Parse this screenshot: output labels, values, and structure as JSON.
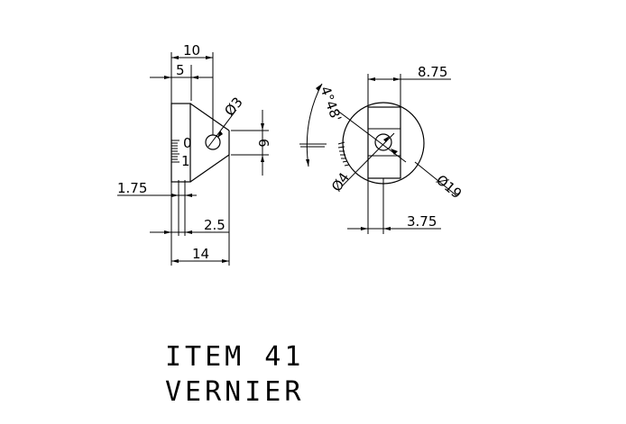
{
  "dimensions": {
    "d10": "10",
    "d5": "5",
    "dia3": "Ø3",
    "d6": "6",
    "d0": "0",
    "d1": "1",
    "d175": "1.75",
    "d25": "2.5",
    "d14": "14",
    "d875": "8.75",
    "angle": "4°48'",
    "dia4": "Ø4",
    "dia19": "Ø19",
    "d375": "3.75"
  },
  "title": {
    "line1": "ITEM 41",
    "line2": "VERNIER"
  }
}
